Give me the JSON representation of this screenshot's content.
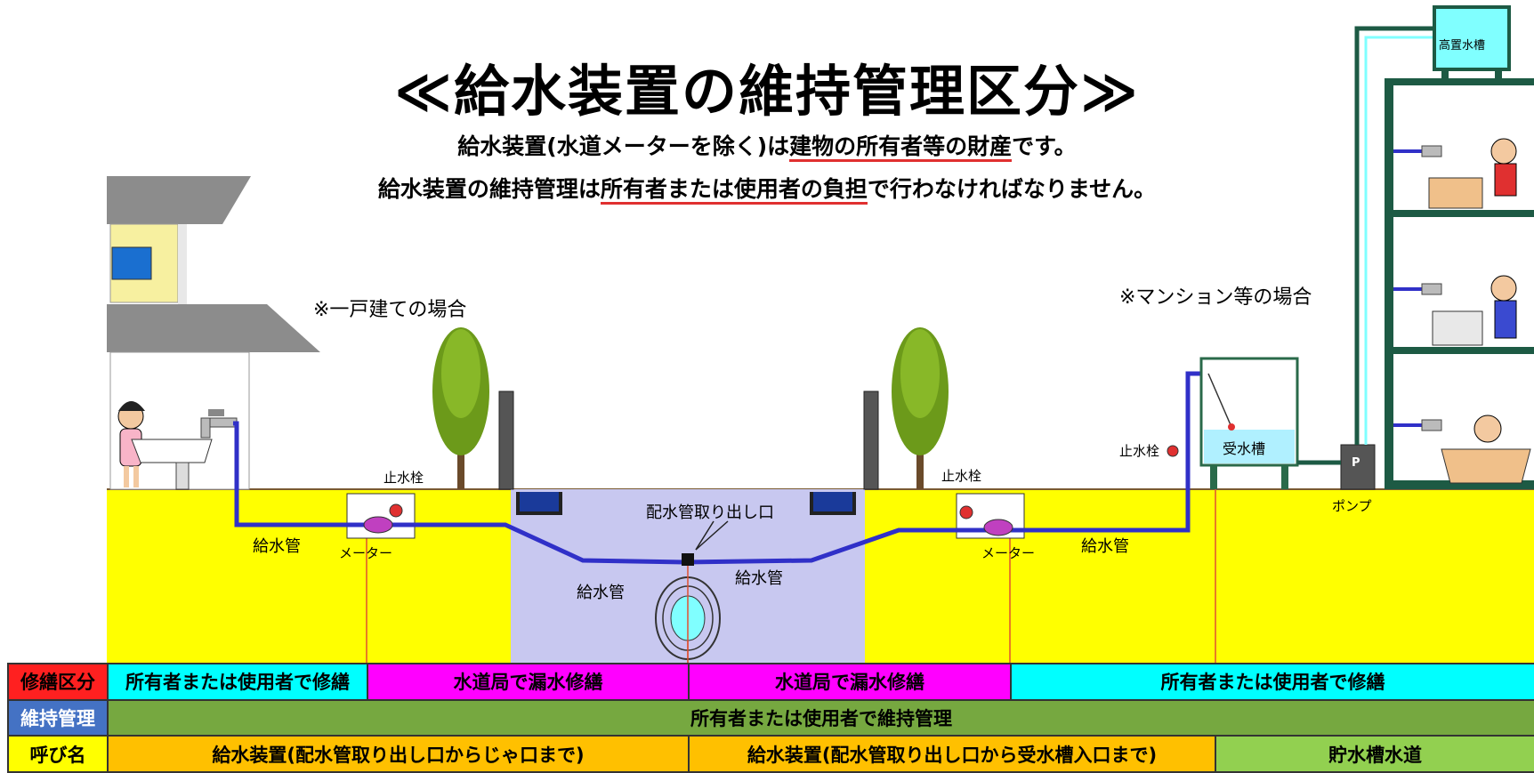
{
  "title": "≪給水装置の維持管理区分≫",
  "subtitle": {
    "line1_pre": "給水装置(水道メーターを除く)は",
    "line1_ul": "建物の所有者等の財産",
    "line1_post": "です。",
    "line2_pre": "給水装置の維持管理は",
    "line2_ul": "所有者または使用者の負担",
    "line2_post": "で行わなければなりません。"
  },
  "cases": {
    "detached": "※一戸建ての場合",
    "mansion": "※マンション等の場合"
  },
  "labels": {
    "stop_valve_left": "止水栓",
    "stop_valve_right": "止水栓",
    "stop_valve_mansion": "止水栓",
    "meter_left": "メーター",
    "meter_right": "メーター",
    "pipe_left": "給水管",
    "pipe_center_left": "給水管",
    "pipe_center_right": "給水管",
    "pipe_right": "給水管",
    "takeoff": "配水管取り出し口",
    "receiving_tank": "受水槽",
    "elevated_tank": "高置水槽",
    "pump": "ポンプ",
    "pump_mark": "P"
  },
  "table": {
    "row1": {
      "head": "修繕区分",
      "cells": [
        "所有者または使用者で修繕",
        "水道局で漏水修繕",
        "水道局で漏水修繕",
        "所有者または使用者で修繕"
      ]
    },
    "row2": {
      "head": "維持管理",
      "cells": [
        "所有者または使用者で維持管理"
      ]
    },
    "row3": {
      "head": "呼び名",
      "cells": [
        "給水装置(配水管取り出し口からじゃ口まで)",
        "給水装置(配水管取り出し口から受水槽入口まで)",
        "貯水槽水道"
      ]
    }
  },
  "colors": {
    "ground": "#ffff00",
    "road": "#c8c8f0",
    "pipe": "#3030c8",
    "owner_cell": "#00ffff",
    "waterworks_cell": "#ff00ff",
    "maintenance_cell": "#76a840",
    "name_cell_orange": "#ffc000",
    "name_cell_green": "#92d050",
    "head_red": "#ff2020",
    "head_blue": "#4472c4",
    "head_yellow": "#ffff00"
  }
}
